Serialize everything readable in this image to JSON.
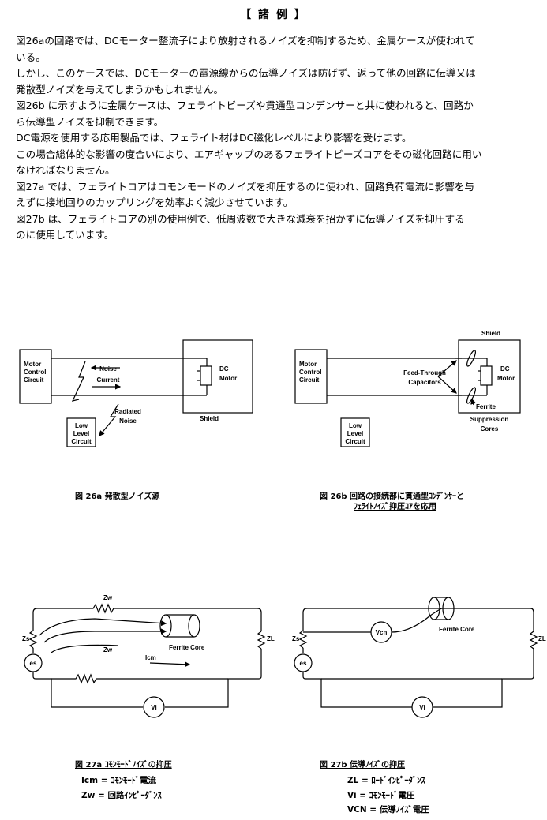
{
  "title": "【 諸 例 】",
  "paragraph_lines": [
    "図26aの回路では、DCモーター整流子により放射されるノイズを抑制するため、金属ケースが使われて",
    "いる。",
    "しかし、このケースでは、DCモーターの電源線からの伝導ノイズは防げず、返って他の回路に伝導又は",
    "発散型ノイズを与えてしまうかもしれません。",
    "図26b に示すように金属ケースは、フェライトビーズや貫通型コンデンサーと共に使われると、回路か",
    "ら伝導型ノイズを抑制できます。",
    "DC電源を使用する応用製品では、フェライト材はDC磁化レベルにより影響を受けます。",
    "この場合総体的な影響の度合いにより、エアギャップのあるフェライトビーズコアをその磁化回路に用い",
    "なければなりません。",
    "図27a では、フェライトコアはコモンモードのノイズを抑圧するのに使われ、回路負荷電流に影響を与",
    "えずに接地回りのカップリングを効率よく減少させています。",
    "図27b は、フェライトコアの別の使用例で、低周波数で大きな減衰を招かずに伝導ノイズを抑圧する",
    "のに使用しています。"
  ],
  "fig26a": {
    "motor_control": [
      "Motor",
      "Control",
      "Circuit"
    ],
    "noise_current": [
      "Noise",
      "Current"
    ],
    "dc_motor": [
      "DC",
      "Motor"
    ],
    "radiated_noise": [
      "Radiated",
      "Noise"
    ],
    "low_level": [
      "Low",
      "Level",
      "Circuit"
    ],
    "shield": "Shield",
    "caption": "図 26a 発散型ノイズ源"
  },
  "fig26b": {
    "shield": "Shield",
    "motor_control": [
      "Motor",
      "Control",
      "Circuit"
    ],
    "feed_through": [
      "Feed-Through",
      "Capacitors"
    ],
    "dc_motor": [
      "DC",
      "Motor"
    ],
    "ferrite": "Ferrite",
    "suppression": [
      "Suppression",
      "Cores"
    ],
    "low_level": [
      "Low",
      "Level",
      "Circuit"
    ],
    "caption_line1": "図 26b 回路の接続部に貫通型ｺﾝﾃﾞﾝｻｰと",
    "caption_line2": "ﾌｪﾗｲﾄﾉｲｽﾞ抑圧ｺｱを応用"
  },
  "fig27a": {
    "zw_top": "Zw",
    "zw_bottom": "Zw",
    "zs": "Zs",
    "zl": "ZL",
    "es": "es",
    "icm": "Icm",
    "vi": "Vi",
    "ferrite_core": "Ferrite Core",
    "caption": "図 27a ｺﾓﾝﾓｰﾄﾞﾉｲｽﾞの抑圧",
    "legend": [
      {
        "sym": "Icm",
        "text": "= ｺﾓﾝﾓｰﾄﾞ電流"
      },
      {
        "sym": "Zw",
        "text": "= 回路ｲﾝﾋﾟｰﾀﾞﾝｽ"
      }
    ]
  },
  "fig27b": {
    "zs": "Zs",
    "zl": "ZL",
    "es": "es",
    "vcn": "Vcn",
    "vi": "Vi",
    "ferrite_core": "Ferrite Core",
    "caption": "図 27b 伝導ﾉｲｽﾞの抑圧",
    "legend": [
      {
        "sym": "ZL",
        "text": "= ﾛｰﾄﾞｲﾝﾋﾟｰﾀﾞﾝｽ"
      },
      {
        "sym": "Vi",
        "text": "= ｺﾓﾝﾓｰﾄﾞ電圧"
      },
      {
        "sym": "VCN",
        "text": "= 伝導ﾉｲｽﾞ電圧"
      }
    ]
  }
}
